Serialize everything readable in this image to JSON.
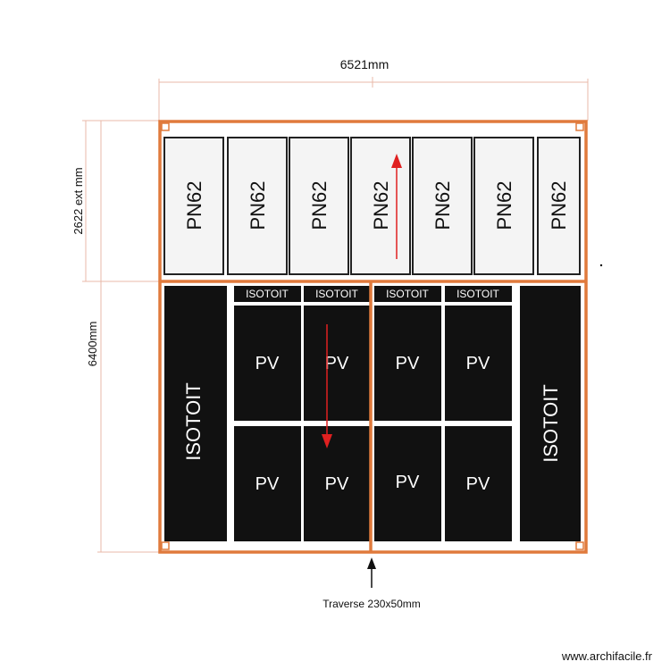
{
  "dimensions": {
    "width": "6521mm",
    "upper_height": "2622 ext mm",
    "total_height": "6400mm"
  },
  "upper_panels": {
    "label": "PN62",
    "items": [
      "PN62",
      "PN62",
      "PN62",
      "PN62",
      "PN62",
      "PN62",
      "PN62"
    ]
  },
  "lower_side_panels": {
    "left": "ISOTOIT",
    "right": "ISOTOIT"
  },
  "isotoit_headers": [
    "ISOTOIT",
    "ISOTOIT",
    "ISOTOIT",
    "ISOTOIT"
  ],
  "pv_panels": [
    "PV",
    "PV",
    "PV",
    "PV",
    "PV",
    "PV",
    "PV",
    "PV"
  ],
  "traverse_label": "Traverse 230x50mm",
  "watermark": "www.archifacile.fr",
  "colors": {
    "frame": "#e07a3c",
    "arrow": "#e02020",
    "panel_dark": "#111111",
    "panel_light": "#f4f4f4"
  }
}
